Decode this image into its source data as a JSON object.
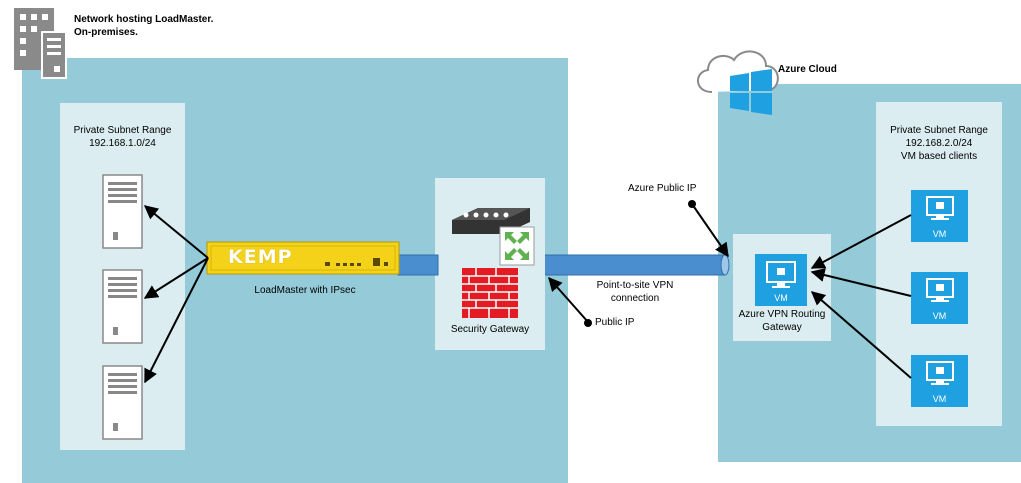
{
  "onprem": {
    "title_line1": "Network hosting LoadMaster.",
    "title_line2": "On-premises.",
    "subnet_label": "Private Subnet Range",
    "subnet_range": "192.168.1.0/24",
    "loadmaster_label": "LoadMaster with IPsec",
    "kemp_logo": "KEMP",
    "security_gateway_label": "Security Gateway",
    "public_ip_label": "Public IP"
  },
  "connection": {
    "line1": "Point-to-site VPN",
    "line2": "connection"
  },
  "azure": {
    "title": "Azure Cloud",
    "public_ip_label": "Azure Public IP",
    "gateway_line1": "Azure VPN Routing",
    "gateway_line2": "Gateway",
    "gateway_vm": "VM",
    "subnet_label": "Private Subnet Range",
    "subnet_range": "192.168.2.0/24",
    "subnet_clients": "VM based clients",
    "vm_labels": [
      "VM",
      "VM",
      "VM"
    ]
  },
  "colors": {
    "region_fill": "#95cbd9",
    "inner_fill": "#dcedf2",
    "vm_blue": "#1fa0e0",
    "kemp_yellow": "#f5d21a",
    "pipe_blue": "#4a8ed0",
    "firewall_red": "#e31b23"
  },
  "icons": {
    "building": "building-icon",
    "cloud": "cloud-icon",
    "windows": "windows-logo-icon",
    "server": "server-icon",
    "router": "router-icon",
    "firewall": "firewall-icon",
    "vm": "vm-icon"
  }
}
